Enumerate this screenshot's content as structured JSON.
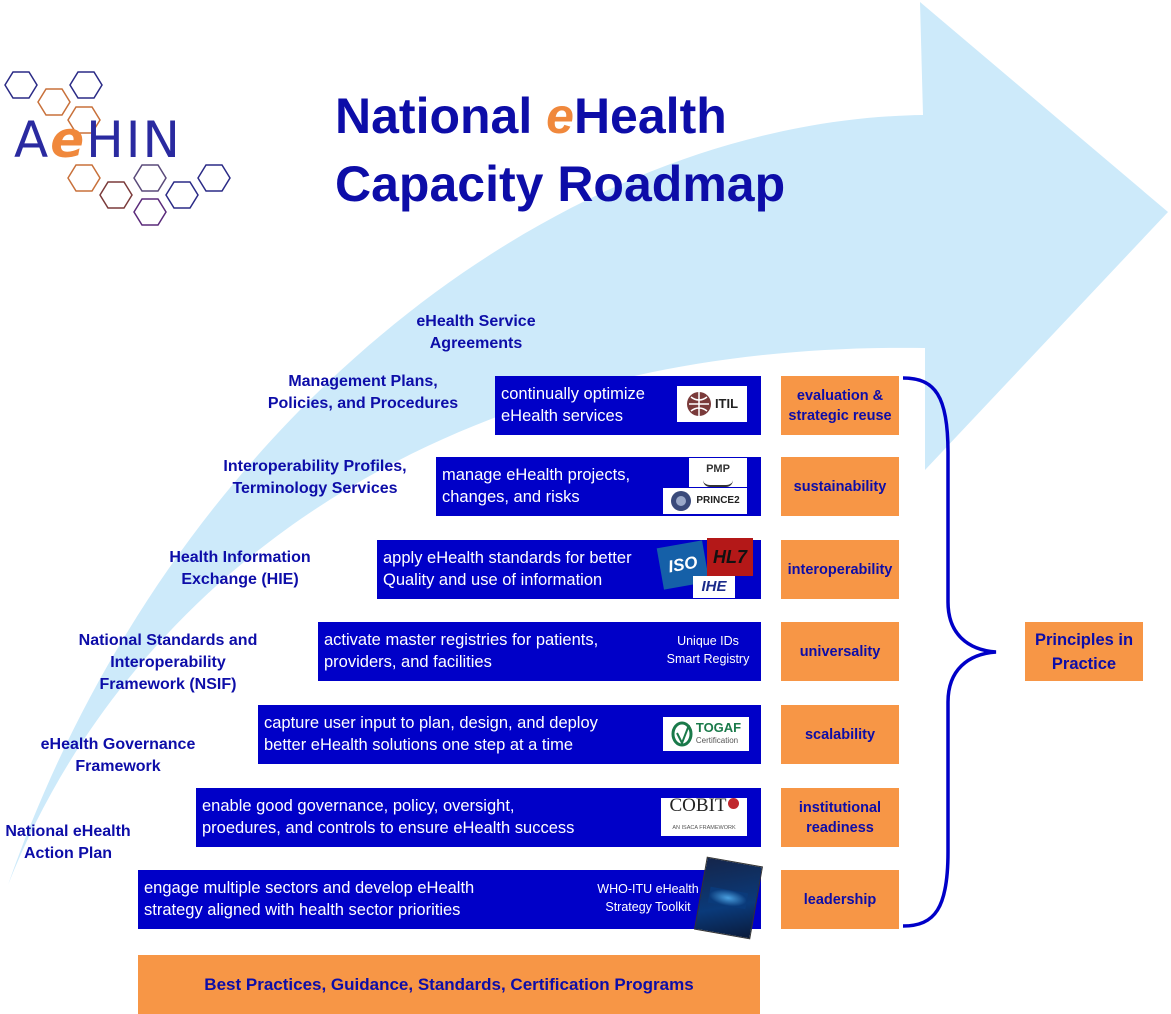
{
  "colors": {
    "arrow": "#cdeafa",
    "bar": "#0000c8",
    "orange": "#f79646",
    "title_blue": "#0d0da8",
    "title_accent": "#f0883c"
  },
  "logo": {
    "text_a": "A",
    "text_e": "e",
    "text_hin": "HIN"
  },
  "title": {
    "line1_a": "National ",
    "line1_e": "e",
    "line1_b": "Health",
    "line2": "Capacity Roadmap"
  },
  "left_labels": [
    "eHealth Service\nAgreements",
    "Management Plans,\nPolicies, and Procedures",
    "Interoperability Profiles,\nTerminology Services",
    "Health Information\nExchange (HIE)",
    "National Standards and\nInteroperability\nFramework (NSIF)",
    "eHealth Governance\nFramework",
    "National eHealth\nAction Plan"
  ],
  "bars": [
    {
      "text": "continually optimize\neHealth services",
      "cert": "ITIL"
    },
    {
      "text": "manage eHealth projects,\nchanges, and risks",
      "cert_top": "PMP",
      "cert_bottom": "PRINCE2"
    },
    {
      "text": "apply eHealth standards for better\nQuality and use of information",
      "cert_a": "ISO",
      "cert_b": "HL7",
      "cert_c": "IHE"
    },
    {
      "text": "activate master registries  for patients,\nproviders, and facilities",
      "note": "Unique IDs\nSmart Registry"
    },
    {
      "text": "capture user input to plan, design, and deploy\nbetter eHealth solutions one step at a time",
      "cert": "TOGAF",
      "cert_sub": "Certification"
    },
    {
      "text": "enable good governance, policy, oversight,\nproedures, and controls to ensure eHealth success",
      "cert": "COBIT",
      "cert_sub": "AN ISACA FRAMEWORK"
    },
    {
      "text": "engage multiple sectors and develop eHealth\nstrategy aligned with health sector priorities",
      "note": "WHO-ITU eHealth\nStrategy Toolkit"
    }
  ],
  "principles": [
    "evaluation &\nstrategic reuse",
    "sustainability",
    "interoperability",
    "universality",
    "scalability",
    "institutional\nreadiness",
    "leadership"
  ],
  "principles_label": "Principles in\nPractice",
  "footer": "Best Practices, Guidance, Standards, Certification Programs"
}
